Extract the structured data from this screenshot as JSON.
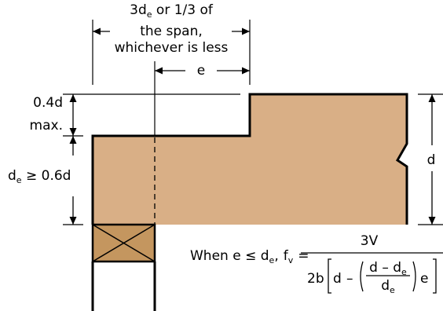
{
  "diagram": {
    "colors": {
      "beam_fill": "#D9AF86",
      "support_fill": "#C4965F",
      "line": "#000000",
      "background": "#FFFFFF"
    },
    "dimension_top": {
      "line1_prefix": "3d",
      "line1_sub": "e",
      "line1_suffix": " or 1/3 of",
      "line2": "the span,",
      "line3": "whichever is less"
    },
    "dimension_e": {
      "label": "e"
    },
    "notch_depth": {
      "value": "0.4d",
      "qualifier": "max."
    },
    "remaining_depth": {
      "prefix": "d",
      "sub": "e",
      "suffix": " ≥ 0.6d"
    },
    "beam_depth": {
      "label": "d"
    },
    "formula": {
      "condition_when": "When e ≤ d",
      "condition_sub": "e",
      "comma": ",",
      "fv": "f",
      "fv_sub": "v",
      "equals": "=",
      "numerator": "3V",
      "den_2bd": "2b",
      "den_d": "d",
      "den_minus": "–",
      "frac_top": "d – d",
      "frac_top_sub": "e",
      "frac_bot": "d",
      "frac_bot_sub": "e",
      "den_e": "e"
    }
  }
}
